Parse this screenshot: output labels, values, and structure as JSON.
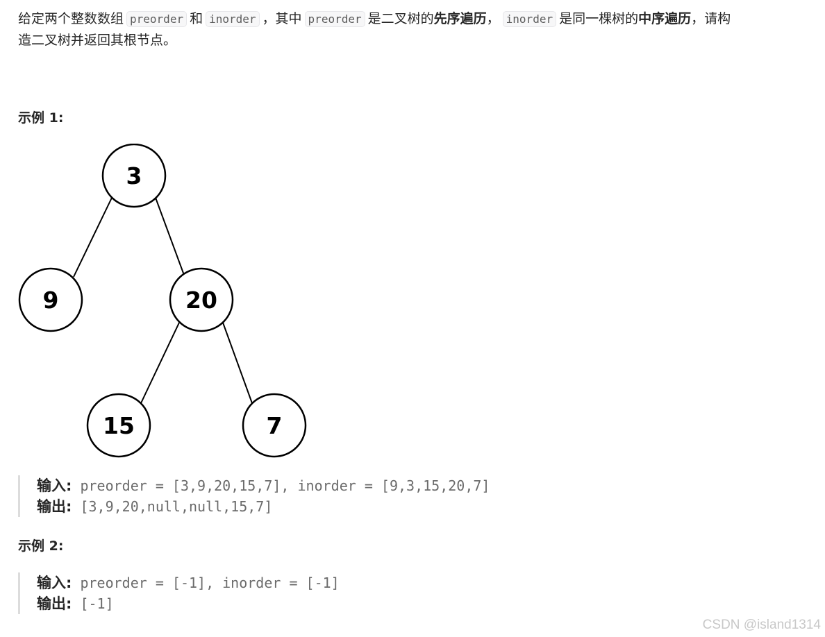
{
  "description": {
    "line1": {
      "t1": "给定两个整数数组",
      "c1": "preorder",
      "t2": "和",
      "c2": "inorder",
      "t3": "，其中",
      "c3": "preorder",
      "t4": "是二叉树的",
      "b1": "先序遍历",
      "t5": "，",
      "c4": "inorder",
      "t6": "是同一棵树的",
      "b2": "中序遍历",
      "t7": "，请构"
    },
    "line2": "造二叉树并返回其根节点。"
  },
  "example1": {
    "title": "示例 1:",
    "tree": {
      "nodes": [
        "3",
        "9",
        "20",
        "15",
        "7"
      ]
    },
    "input_label": "输入:",
    "input_value": " preorder = [3,9,20,15,7], inorder = [9,3,15,20,7]",
    "output_label": "输出:",
    "output_value": " [3,9,20,null,null,15,7]"
  },
  "example2": {
    "title": "示例 2:",
    "input_label": "输入:",
    "input_value": " preorder = [-1], inorder = [-1]",
    "output_label": "输出:",
    "output_value": " [-1]"
  },
  "watermark": "CSDN @island1314"
}
